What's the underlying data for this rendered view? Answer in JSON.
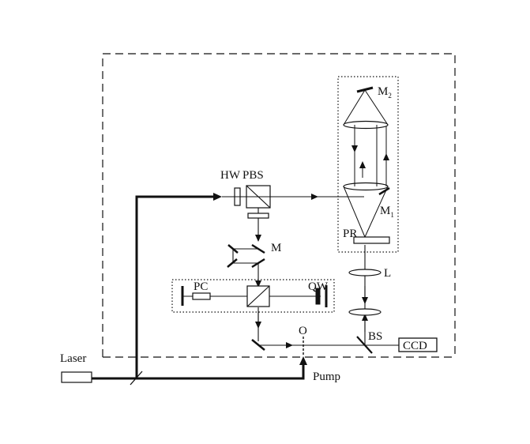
{
  "labels": {
    "laser": "Laser",
    "pump": "Pump",
    "hw": "HW",
    "pbs": "PBS",
    "m": "M",
    "m2": "M",
    "m2_sub": "2",
    "m1": "M",
    "m1_sub": "1",
    "pr": "PR",
    "l": "L",
    "pc": "PC",
    "qw": "QW",
    "o": "O",
    "bs": "BS",
    "ccd": "CCD"
  },
  "colors": {
    "line": "#111111",
    "background": "#ffffff"
  }
}
